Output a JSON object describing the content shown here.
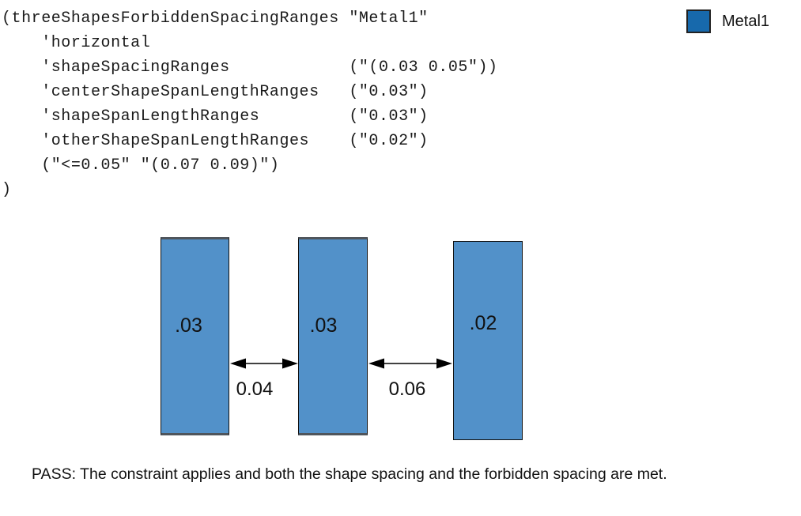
{
  "code_block": {
    "lines": [
      "(threeShapesForbiddenSpacingRanges \"Metal1\"",
      "    'horizontal",
      "    'shapeSpacingRanges            (\"(0.03 0.05\"))",
      "    'centerShapeSpanLengthRanges   (\"0.03\")",
      "    'shapeSpanLengthRanges         (\"0.03\")",
      "    'otherShapeSpanLengthRanges    (\"0.02\")",
      "    (\"<=0.05\" \"(0.07 0.09)\")",
      ")"
    ]
  },
  "legend": {
    "label": "Metal1"
  },
  "diagram": {
    "shapes": [
      {
        "label": ".03"
      },
      {
        "label": ".03"
      },
      {
        "label": ".02"
      }
    ],
    "spacings": [
      {
        "label": "0.04"
      },
      {
        "label": "0.06"
      }
    ]
  },
  "status": {
    "text": "PASS: The constraint applies and both the shape spacing and the forbidden spacing are met."
  },
  "colors": {
    "shape_fill": "#5291C9",
    "legend_fill": "#1769AC",
    "arrow": "#000000"
  }
}
